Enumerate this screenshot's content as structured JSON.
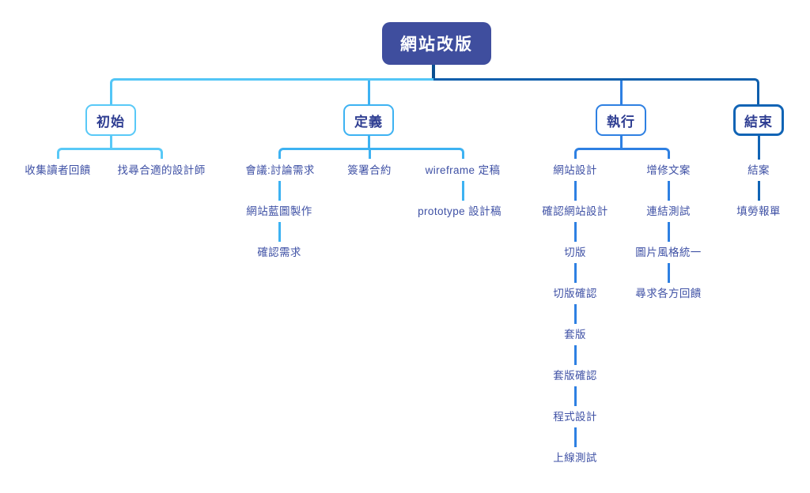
{
  "root": {
    "label": "網站改版"
  },
  "branches": [
    {
      "label": "初始",
      "color": "#59c9f7",
      "children": [
        {
          "items": [
            "收集讀者回饋"
          ]
        },
        {
          "items": [
            "找尋合適的設計師"
          ]
        }
      ]
    },
    {
      "label": "定義",
      "color": "#3db2f2",
      "children": [
        {
          "items": [
            "會議:討論需求",
            "網站藍圖製作",
            "確認需求"
          ]
        },
        {
          "items": [
            "簽署合約"
          ]
        },
        {
          "items": [
            "wireframe 定稿",
            "prototype 設計稿"
          ]
        }
      ]
    },
    {
      "label": "執行",
      "color": "#2e80e2",
      "children": [
        {
          "items": [
            "網站設計",
            "確認網站設計",
            "切版",
            "切版確認",
            "套版",
            "套版確認",
            "程式設計",
            "上線測試"
          ]
        },
        {
          "items": [
            "增修文案",
            "連結測試",
            "圖片風格統一",
            "尋求各方回饋"
          ]
        }
      ]
    },
    {
      "label": "結束",
      "color": "#1164b5",
      "children": [
        {
          "items": [
            "結案",
            "填勞報單"
          ]
        }
      ]
    }
  ],
  "palette": {
    "background": "#ffffff",
    "root_fill": "#3f4e9e",
    "root_text": "#ffffff",
    "root_stem": "#0a4f92",
    "rail_left": "#53c6f6",
    "rail_right": "#0f5fad",
    "branch_initial": "#59c9f7",
    "branch_define": "#3db2f2",
    "branch_execute": "#2e80e2",
    "branch_end": "#1164b5",
    "box_label_text": "#2f3e92",
    "leaf_text": "#3f51a5"
  }
}
